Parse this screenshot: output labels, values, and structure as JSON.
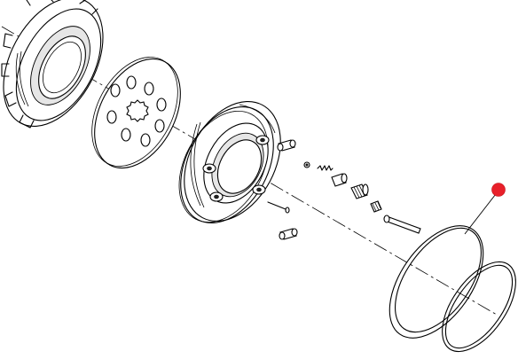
{
  "diagram": {
    "type": "exploded-parts-view",
    "components": [
      "clutch-pressure-plate",
      "clutch-friction-disc",
      "clutch-housing",
      "dowel-pin",
      "bleed-screw-assembly",
      "large-o-ring",
      "small-o-ring"
    ],
    "highlight": {
      "component": "large-o-ring",
      "marker_color": "#e8202a",
      "leader_line_color": "#000000"
    },
    "line_color": "#000000",
    "background": "#ffffff"
  }
}
